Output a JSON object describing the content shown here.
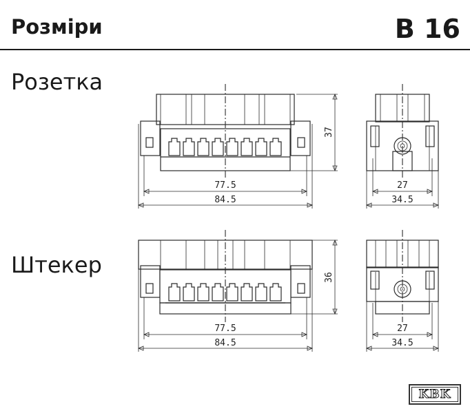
{
  "header": {
    "title": "Розміри",
    "code": "B 16"
  },
  "sections": [
    {
      "label": "Розетка",
      "dims": {
        "inner_width": "77.5",
        "outer_width": "84.5",
        "height": "37",
        "side_inner": "27",
        "side_outer": "34.5"
      }
    },
    {
      "label": "Штекер",
      "dims": {
        "inner_width": "77.5",
        "outer_width": "84.5",
        "height": "36",
        "side_inner": "27",
        "side_outer": "34.5"
      }
    }
  ],
  "logo": {
    "text": "KBK"
  }
}
